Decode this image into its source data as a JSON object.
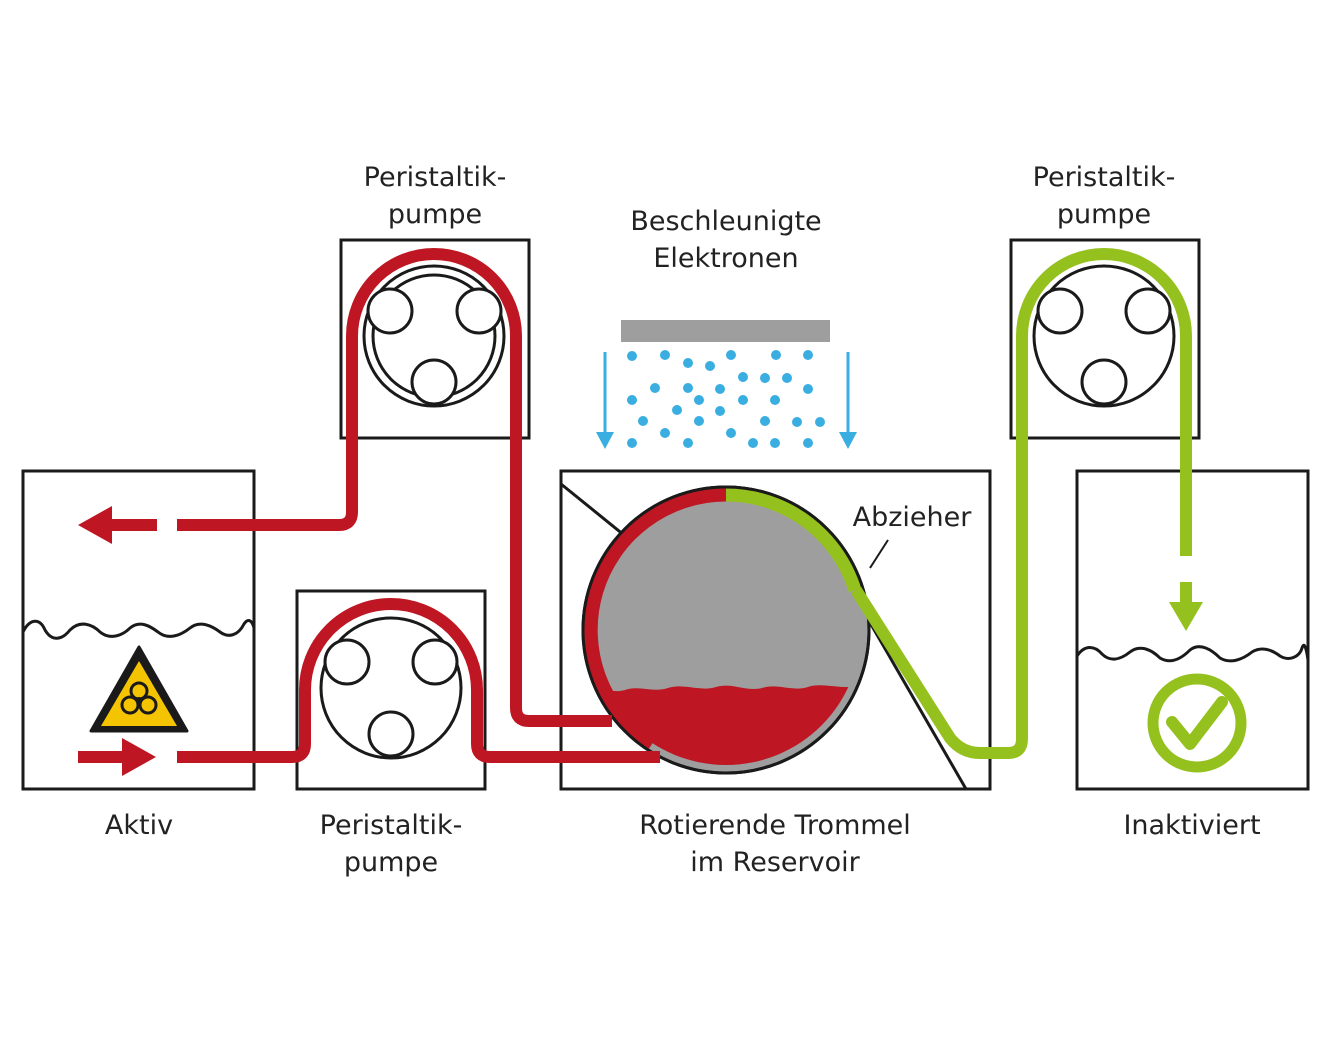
{
  "labels": {
    "pump_top_left": [
      "Peristaltik-",
      "pumpe"
    ],
    "pump_top_right": [
      "Peristaltik-",
      "pumpe"
    ],
    "pump_bottom": [
      "Peristaltik-",
      "pumpe"
    ],
    "electrons": [
      "Beschleunigte",
      "Elektronen"
    ],
    "scraper": "Abzieher",
    "active": "Aktiv",
    "drum": [
      "Rotierende Trommel",
      "im Reservoir"
    ],
    "inactivated": "Inaktiviert"
  },
  "colors": {
    "active_fluid": "#be1622",
    "inactivated_fluid": "#95c11f",
    "electron_dots": "#3aaee0",
    "drum_fill": "#9e9e9e",
    "warning_yellow": "#f5c400",
    "outline": "#1a1a1a"
  },
  "icons": {
    "hazard": "biohazard-warning-icon",
    "success": "checkmark-circle-icon"
  }
}
